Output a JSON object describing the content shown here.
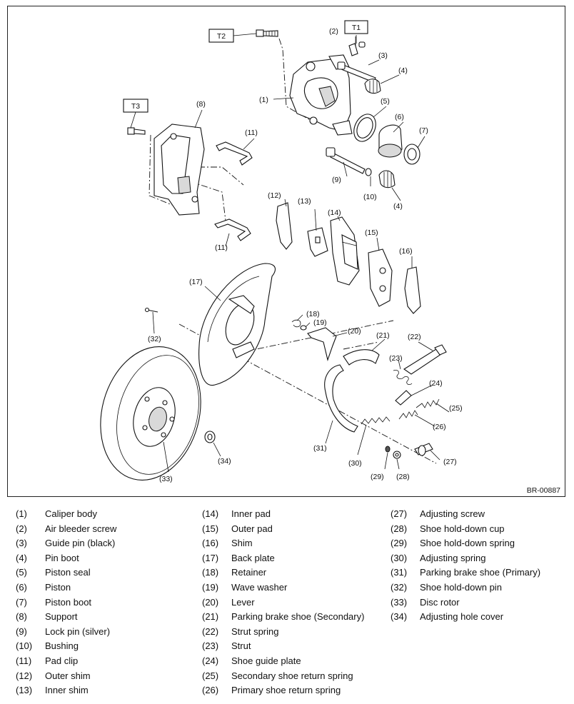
{
  "figure": {
    "code": "BR-00887",
    "torque_labels": [
      "T2",
      "T1",
      "T3"
    ]
  },
  "callouts": [
    "(1)",
    "(2)",
    "(3)",
    "(4)",
    "(5)",
    "(6)",
    "(7)",
    "(8)",
    "(9)",
    "(10)",
    "(11)",
    "(12)",
    "(13)",
    "(14)",
    "(15)",
    "(16)",
    "(17)",
    "(18)",
    "(19)",
    "(20)",
    "(21)",
    "(22)",
    "(23)",
    "(24)",
    "(25)",
    "(26)",
    "(27)",
    "(28)",
    "(29)",
    "(30)",
    "(31)",
    "(32)",
    "(33)",
    "(34)",
    "(4)",
    "(11)"
  ],
  "legend": [
    {
      "num": "(1)",
      "name": "Caliper body"
    },
    {
      "num": "(2)",
      "name": "Air bleeder screw"
    },
    {
      "num": "(3)",
      "name": "Guide pin (black)"
    },
    {
      "num": "(4)",
      "name": "Pin boot"
    },
    {
      "num": "(5)",
      "name": "Piston seal"
    },
    {
      "num": "(6)",
      "name": "Piston"
    },
    {
      "num": "(7)",
      "name": "Piston boot"
    },
    {
      "num": "(8)",
      "name": "Support"
    },
    {
      "num": "(9)",
      "name": "Lock pin (silver)"
    },
    {
      "num": "(10)",
      "name": "Bushing"
    },
    {
      "num": "(11)",
      "name": "Pad clip"
    },
    {
      "num": "(12)",
      "name": "Outer shim"
    },
    {
      "num": "(13)",
      "name": "Inner shim"
    },
    {
      "num": "(14)",
      "name": "Inner pad"
    },
    {
      "num": "(15)",
      "name": "Outer pad"
    },
    {
      "num": "(16)",
      "name": "Shim"
    },
    {
      "num": "(17)",
      "name": "Back plate"
    },
    {
      "num": "(18)",
      "name": "Retainer"
    },
    {
      "num": "(19)",
      "name": "Wave washer"
    },
    {
      "num": "(20)",
      "name": "Lever"
    },
    {
      "num": "(21)",
      "name": "Parking brake shoe (Secondary)"
    },
    {
      "num": "(22)",
      "name": "Strut spring"
    },
    {
      "num": "(23)",
      "name": "Strut"
    },
    {
      "num": "(24)",
      "name": "Shoe guide plate"
    },
    {
      "num": "(25)",
      "name": "Secondary shoe return spring"
    },
    {
      "num": "(26)",
      "name": "Primary shoe return spring"
    },
    {
      "num": "(27)",
      "name": "Adjusting screw"
    },
    {
      "num": "(28)",
      "name": "Shoe hold-down cup"
    },
    {
      "num": "(29)",
      "name": "Shoe hold-down spring"
    },
    {
      "num": "(30)",
      "name": "Adjusting spring"
    },
    {
      "num": "(31)",
      "name": "Parking brake shoe (Primary)"
    },
    {
      "num": "(32)",
      "name": "Shoe hold-down pin"
    },
    {
      "num": "(33)",
      "name": "Disc rotor"
    },
    {
      "num": "(34)",
      "name": "Adjusting hole cover"
    }
  ]
}
